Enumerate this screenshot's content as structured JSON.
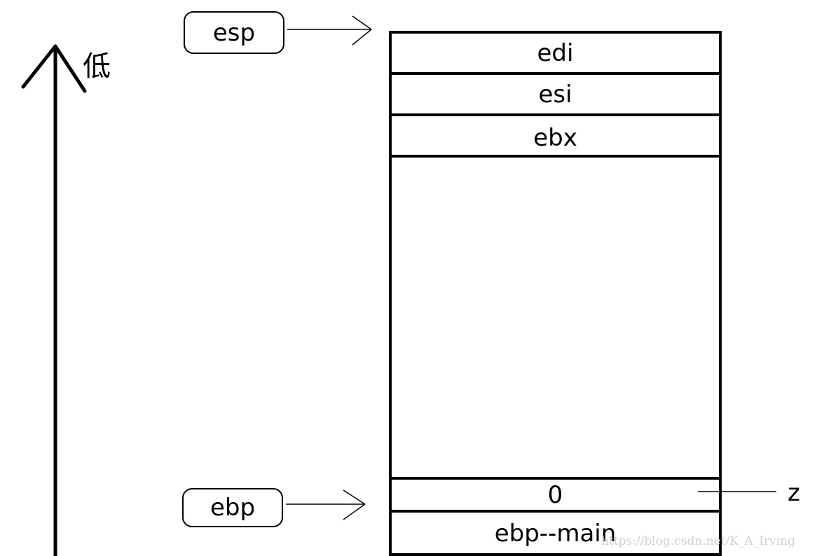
{
  "axis": {
    "label": "低"
  },
  "registers": {
    "esp": "esp",
    "ebp": "ebp"
  },
  "stack": {
    "cells": [
      "edi",
      "esi",
      "ebx",
      "",
      "0",
      "ebp--main"
    ]
  },
  "annotation": {
    "z": "z"
  },
  "watermark": "https://blog.csdn.net/K_A_Irving"
}
